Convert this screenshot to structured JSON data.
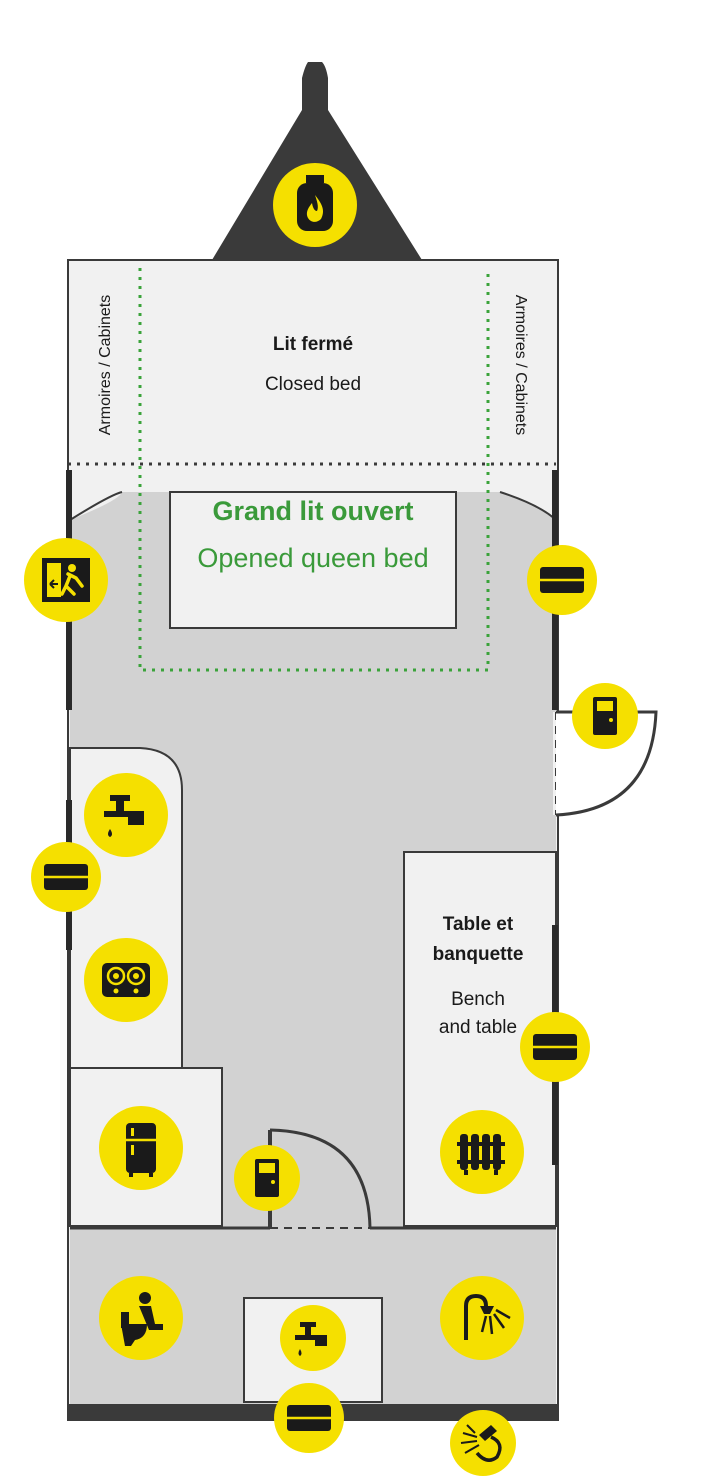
{
  "labels": {
    "closed_bed_fr": "Lit fermé",
    "closed_bed_en": "Closed bed",
    "queen_bed_fr": "Grand lit ouvert",
    "queen_bed_en": "Opened queen bed",
    "cabinets_left": "Armoires / Cabinets",
    "cabinets_right": "Armoires / Cabinets",
    "table_fr_line1": "Table et",
    "table_fr_line2": "banquette",
    "table_en_line1": "Bench",
    "table_en_line2": "and table"
  },
  "icons": [
    "propane-tank-icon",
    "emergency-exit-icon",
    "window-icon",
    "door-icon",
    "sink-faucet-icon",
    "stove-icon",
    "refrigerator-icon",
    "heater-icon",
    "toilet-icon",
    "shower-icon",
    "outdoor-shower-icon"
  ],
  "colors": {
    "wall": "#3a3a3a",
    "floor": "#d2d2d2",
    "room": "#f1f1f1",
    "icon_bg": "#f5e000",
    "icon_fg": "#1a1a1a",
    "bed_line": "#3aa33a",
    "bed_text": "#3a9a3a"
  }
}
